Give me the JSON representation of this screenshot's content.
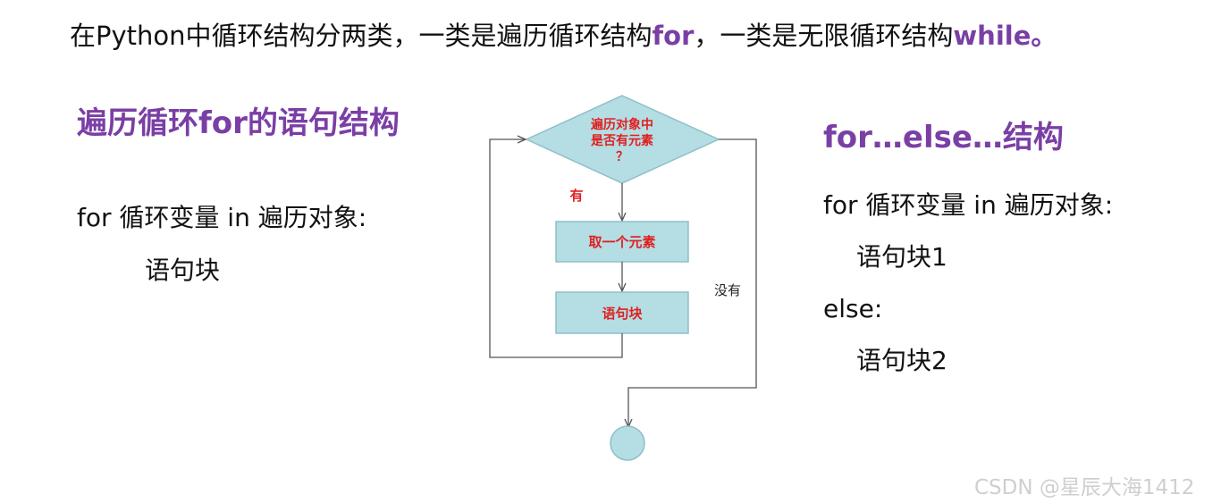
{
  "intro": {
    "before_for": "在Python中循环结构分两类，一类是遍历循环结构",
    "for_kw": "for",
    "between": "，一类是无限循环结构",
    "while_kw": "while",
    "end": "。"
  },
  "left": {
    "title": "遍历循环for的语句结构",
    "line1": "for 循环变量 in 遍历对象:",
    "line2": "语句块"
  },
  "flowchart": {
    "decision_line1": "遍历对象中",
    "decision_line2": "是否有元素",
    "decision_line3": "？",
    "yes_label": "有",
    "no_label": "没有",
    "step1": "取一个元素",
    "step2": "语句块",
    "colors": {
      "shape_fill": "#b4dde4",
      "shape_stroke": "#8fbfc8",
      "node_text": "#e02020",
      "line": "#555555"
    }
  },
  "right": {
    "title": "for…else…结构",
    "line1": "for 循环变量 in 遍历对象:",
    "line2": "语句块1",
    "line3": "else:",
    "line4": "语句块2"
  },
  "watermark": "CSDN @星辰大海1412"
}
